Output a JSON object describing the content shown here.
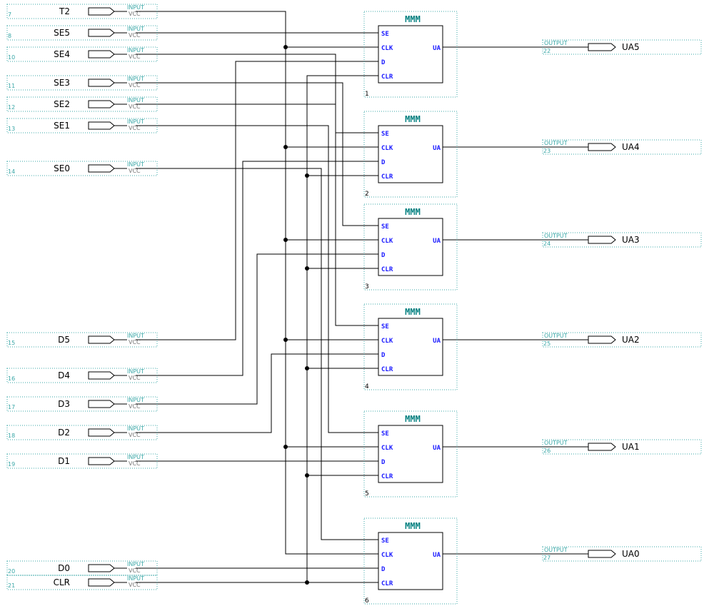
{
  "colors": {
    "wire": "#000000",
    "frame": "#3aa7a7",
    "pin_label": "#3aa7a7",
    "block_name": "#007f7f",
    "port": "#1a1aff",
    "dot": "#000000"
  },
  "pin_type_labels": {
    "input": "INPUT",
    "output": "OUTPUT",
    "vcc": "VCC"
  },
  "inputs": [
    {
      "num": "7",
      "name": "T2"
    },
    {
      "num": "8",
      "name": "SE5"
    },
    {
      "num": "10",
      "name": "SE4"
    },
    {
      "num": "11",
      "name": "SE3"
    },
    {
      "num": "12",
      "name": "SE2"
    },
    {
      "num": "13",
      "name": "SE1"
    },
    {
      "num": "14",
      "name": "SE0"
    },
    {
      "num": "15",
      "name": "D5"
    },
    {
      "num": "16",
      "name": "D4"
    },
    {
      "num": "17",
      "name": "D3"
    },
    {
      "num": "18",
      "name": "D2"
    },
    {
      "num": "19",
      "name": "D1"
    },
    {
      "num": "20",
      "name": "D0"
    },
    {
      "num": "21",
      "name": "CLR"
    }
  ],
  "outputs": [
    {
      "num": "22",
      "name": "UA5"
    },
    {
      "num": "23",
      "name": "UA4"
    },
    {
      "num": "24",
      "name": "UA3"
    },
    {
      "num": "25",
      "name": "UA2"
    },
    {
      "num": "26",
      "name": "UA1"
    },
    {
      "num": "27",
      "name": "UA0"
    }
  ],
  "blocks": [
    {
      "name": "MMM",
      "inst": "1",
      "ports_in": [
        "SE",
        "CLK",
        "D",
        "CLR"
      ],
      "port_out": "UA"
    },
    {
      "name": "MMM",
      "inst": "2",
      "ports_in": [
        "SE",
        "CLK",
        "D",
        "CLR"
      ],
      "port_out": "UA"
    },
    {
      "name": "MMM",
      "inst": "3",
      "ports_in": [
        "SE",
        "CLK",
        "D",
        "CLR"
      ],
      "port_out": "UA"
    },
    {
      "name": "MMM",
      "inst": "4",
      "ports_in": [
        "SE",
        "CLK",
        "D",
        "CLR"
      ],
      "port_out": "UA"
    },
    {
      "name": "MMM",
      "inst": "5",
      "ports_in": [
        "SE",
        "CLK",
        "D",
        "CLR"
      ],
      "port_out": "UA"
    },
    {
      "name": "MMM",
      "inst": "6",
      "ports_in": [
        "SE",
        "CLK",
        "D",
        "CLR"
      ],
      "port_out": "UA"
    }
  ]
}
